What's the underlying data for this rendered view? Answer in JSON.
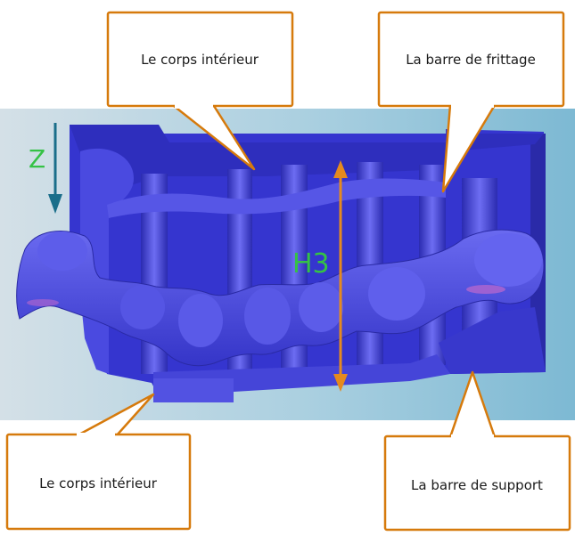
{
  "callouts": {
    "top_left": "Le corps intérieur",
    "top_right": "La barre de frittage",
    "bottom_left": "Le corps intérieur",
    "bottom_right": "La barre de support"
  },
  "dimension_label": "H3",
  "axis_label": "Z",
  "colors": {
    "callout_border": "#d67a0c",
    "dimension": "#e58a1e",
    "dimension_label": "#35c245",
    "axis_label": "#35c245",
    "axis_arrow": "#1a6e8a",
    "model_body": "#3f3fd6",
    "background_left": "#c7d8e3",
    "background_right": "#86bfd6"
  }
}
